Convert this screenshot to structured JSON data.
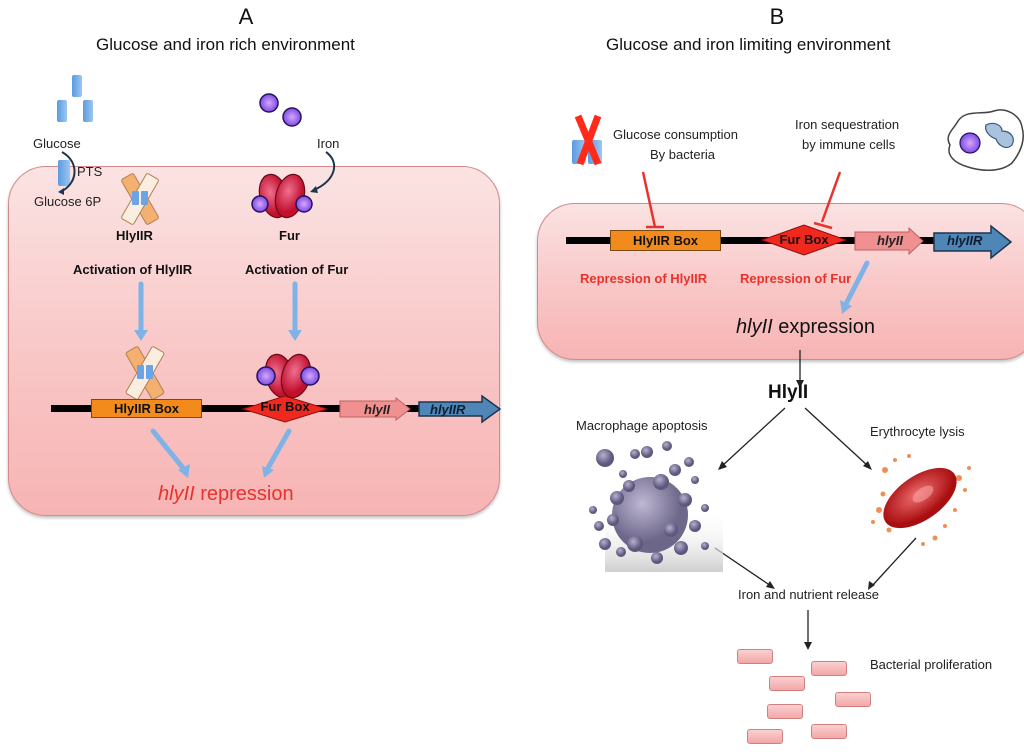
{
  "panel_a": {
    "letter": "A",
    "title": "Glucose and iron rich environment",
    "labels": {
      "glucose": "Glucose",
      "pts": "PTS",
      "glucose_6p": "Glucose 6P",
      "iron": "Iron",
      "hlyiir": "HlyIIR",
      "fur": "Fur",
      "activation_hlyiir": "Activation of HlyIIR",
      "activation_fur": "Activation of Fur",
      "hlyiir_box": "HlyIIR Box",
      "fur_box": "Fur Box",
      "gene_hlyii": "hlyII",
      "gene_hlyiir": "hlyIIR",
      "result_italic": "hlyII",
      "result_text": " repression"
    }
  },
  "panel_b": {
    "letter": "B",
    "title": "Glucose and iron limiting environment",
    "labels": {
      "glucose_consumption_line1": "Glucose consumption",
      "glucose_consumption_line2": "By bacteria",
      "iron_sequestration_line1": "Iron sequestration",
      "iron_sequestration_line2": "by immune cells",
      "hlyiir_box": "HlyIIR Box",
      "fur_box": "Fur Box",
      "gene_hlyii": "hlyII",
      "gene_hlyiir": "hlyIIR",
      "repression_hlyiir": "Repression of HlyIIR",
      "repression_fur": "Repression of Fur",
      "expression_italic": "hlyII",
      "expression_text": " expression",
      "hlyii_protein": "HlyII",
      "macrophage_apoptosis": "Macrophage apoptosis",
      "erythrocyte_lysis": "Erythrocyte lysis",
      "nutrient_release": "Iron and nutrient release",
      "bacterial_proliferation": "Bacterial proliferation"
    }
  },
  "colors": {
    "cell_fill": "#f9c6c6",
    "repression_red": "#e8332d",
    "arrow_blue": "#7fb3e6",
    "box_orange": "#f28a1c",
    "iron_purple": "#8a5cf0",
    "fur_red": "#d8153a",
    "gene_pink": "#f09090",
    "gene_blue": "#4f86b8"
  }
}
